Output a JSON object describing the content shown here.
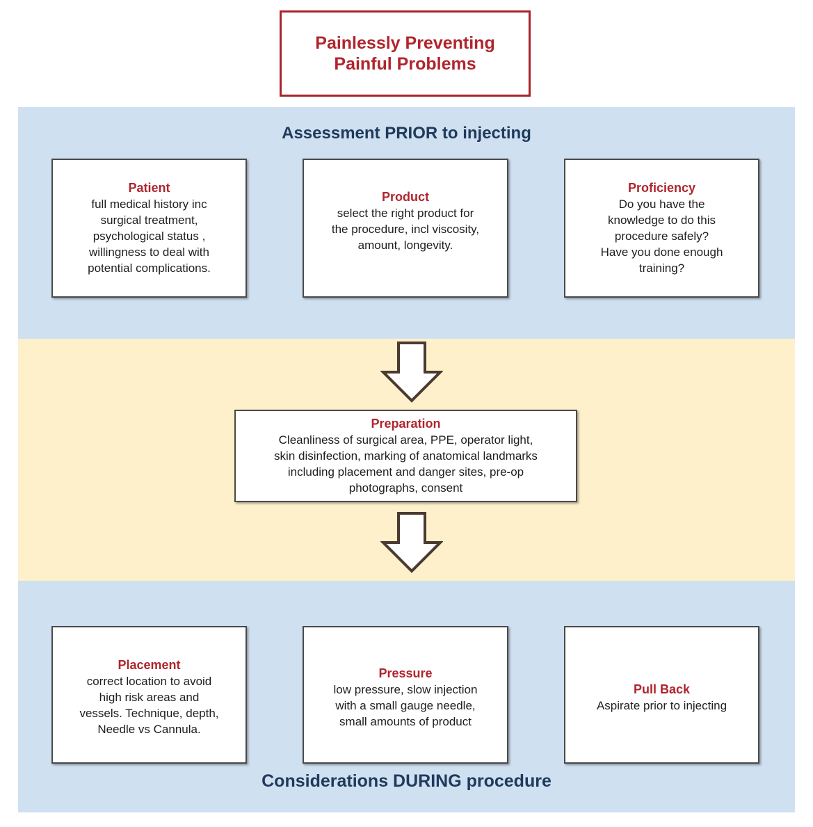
{
  "title": {
    "line1": "Painlessly Preventing",
    "line2": "Painful Problems"
  },
  "assessment": {
    "heading": "Assessment PRIOR to injecting",
    "cards": [
      {
        "title": "Patient",
        "lines": [
          "full medical history inc",
          "surgical treatment,",
          "psychological status ,",
          "willingness to deal with",
          "potential complications."
        ]
      },
      {
        "title": "Product",
        "lines": [
          "select the right product for",
          "the procedure, incl viscosity,",
          "amount, longevity."
        ]
      },
      {
        "title": "Proficiency",
        "lines": [
          "Do you have the",
          "knowledge to do this",
          "procedure safely?",
          "Have you done enough",
          "training?"
        ]
      }
    ]
  },
  "preparation": {
    "title": "Preparation",
    "lines": [
      "Cleanliness of surgical area, PPE, operator light,",
      "skin disinfection, marking of anatomical landmarks",
      "including placement and danger sites, pre-op",
      "photographs, consent"
    ]
  },
  "during": {
    "heading": "Considerations DURING procedure",
    "cards": [
      {
        "title": "Placement",
        "lines": [
          "correct location to avoid",
          "high risk areas and",
          "vessels.  Technique, depth,",
          "Needle vs Cannula."
        ]
      },
      {
        "title": "Pressure",
        "lines": [
          "low pressure, slow injection",
          "with a small gauge needle,",
          "small amounts of product"
        ]
      },
      {
        "title": "Pull Back",
        "lines": [
          "Aspirate prior to injecting"
        ]
      }
    ]
  },
  "colors": {
    "title_red": "#b0252d",
    "heading_navy": "#203a5c",
    "band_blue": "#cfe0f1",
    "band_cream": "#fdf0cb"
  }
}
